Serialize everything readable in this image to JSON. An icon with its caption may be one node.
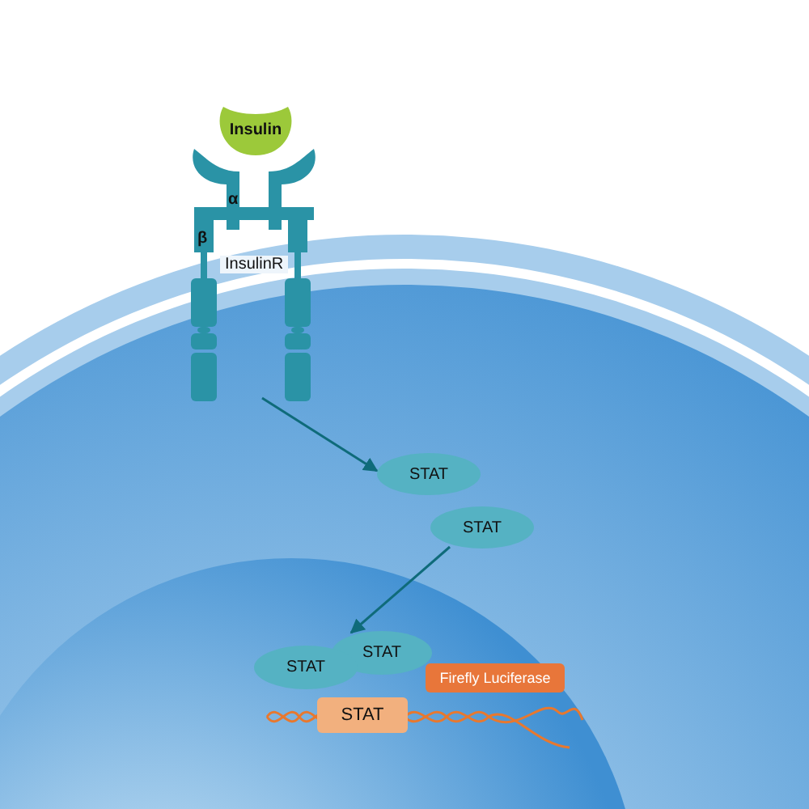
{
  "diagram": {
    "nodes": [
      {
        "text": [
          "Insulin"
        ]
      },
      {
        "text": [
          "α",
          "β",
          "InsulinR"
        ]
      },
      {
        "text": [
          "STAT"
        ]
      },
      {
        "text": [
          "STAT"
        ]
      },
      {
        "text": [
          "STAT"
        ]
      },
      {
        "text": [
          "STAT"
        ]
      },
      {
        "text": [
          "STAT"
        ]
      },
      {
        "text": [
          "Firefly Luciferase"
        ]
      }
    ],
    "edges": [
      {
        "from": 1,
        "to": 2,
        "arrow": "to"
      },
      {
        "from": 3,
        "to": 4,
        "arrow": "to"
      }
    ]
  }
}
